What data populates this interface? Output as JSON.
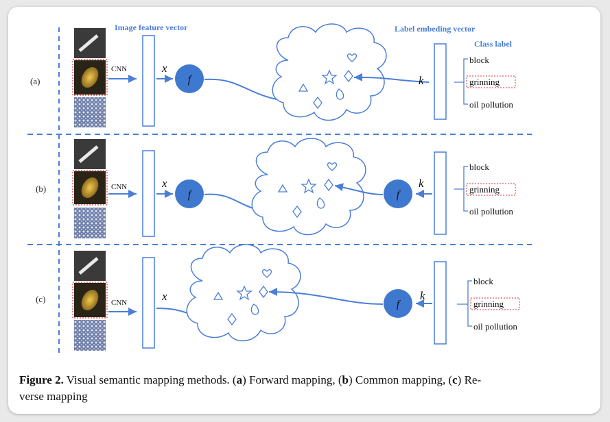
{
  "header": {
    "image_feature_vector": "Image feature vector",
    "label_embedding_vector": "Label embeding vector",
    "class_label": "Class label"
  },
  "rows": [
    {
      "id": "(a)",
      "cnn": "CNN",
      "x": "x",
      "k": "k",
      "f": "f",
      "labels": [
        "block",
        "grinning",
        "oil pollution"
      ]
    },
    {
      "id": "(b)",
      "cnn": "CNN",
      "x": "x",
      "k": "k",
      "f": "f",
      "labels": [
        "block",
        "grinning",
        "oil pollution"
      ]
    },
    {
      "id": "(c)",
      "cnn": "CNN",
      "x": "x",
      "k": "k",
      "f": "f",
      "labels": [
        "block",
        "grinning",
        "oil pollution"
      ]
    }
  ],
  "caption": {
    "label": "Figure 2.",
    "text1": " Visual semantic mapping methods. (",
    "a": "a",
    "text2": ") Forward mapping, (",
    "b": "b",
    "text3": ") Common mapping, (",
    "c": "c",
    "text4": ") Re-",
    "line2": "verse mapping"
  },
  "colors": {
    "accent": "#4a7ed8",
    "node": "#3f78cf",
    "highlight": "#e03030"
  }
}
